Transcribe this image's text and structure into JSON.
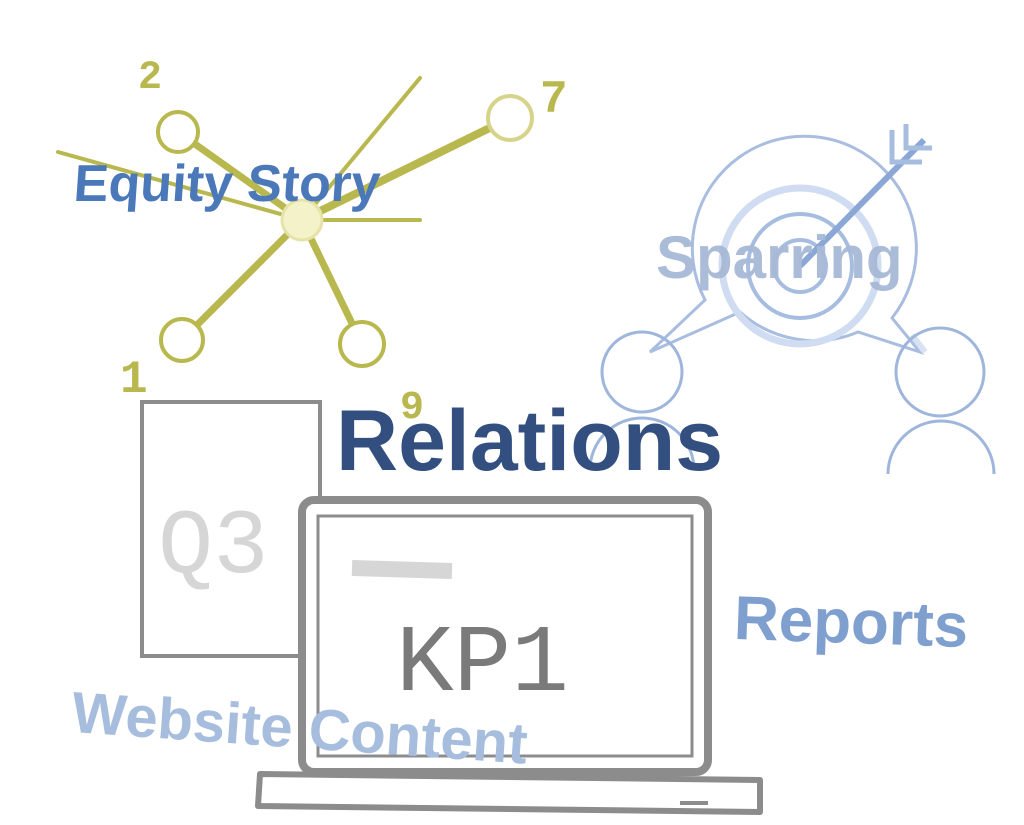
{
  "labels": {
    "equity_story": "Equity Story",
    "sparring": "Sparring",
    "relations": "Relations",
    "reports": "Reports",
    "website_content": "Website Content"
  },
  "doc_card_text": "Q3",
  "laptop_screen_text": "KP1",
  "network_digits": [
    "2",
    "7",
    "1",
    "9"
  ],
  "colors": {
    "network": "#b8b84e",
    "node_fill": "#f7f5d9",
    "gray": "#8c8c8c",
    "light_gray": "#d6d6d6",
    "target": "#8aa7d6"
  }
}
